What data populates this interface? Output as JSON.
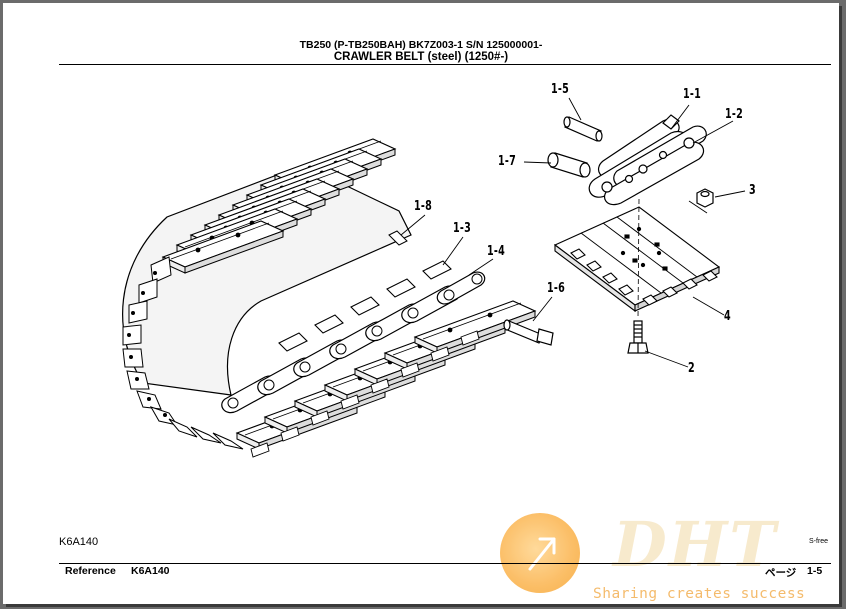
{
  "header": {
    "title_line1": "TB250 (P-TB250BAH) BK7Z003-1 S/N 125000001-",
    "title_line2": "CRAWLER BELT (steel) (1250#-)"
  },
  "callouts": {
    "c_1_5": "1-5",
    "c_1_1": "1-1",
    "c_1_2": "1-2",
    "c_1_7": "1-7",
    "c_3": "3",
    "c_1_8": "1-8",
    "c_1_3": "1-3",
    "c_1_4": "1-4",
    "c_1_6": "1-6",
    "c_4": "4",
    "c_2": "2"
  },
  "figure_code": "K6A140",
  "sfree": "S-free",
  "footer": {
    "reference_label": "Reference",
    "reference_code": "K6A140",
    "page_label": "ページ",
    "page_number": "1-5"
  },
  "watermark": {
    "brand": "DHT",
    "slogan": "Sharing creates success",
    "circle_color": "#fbb34c",
    "text_color": "#f4b865"
  }
}
